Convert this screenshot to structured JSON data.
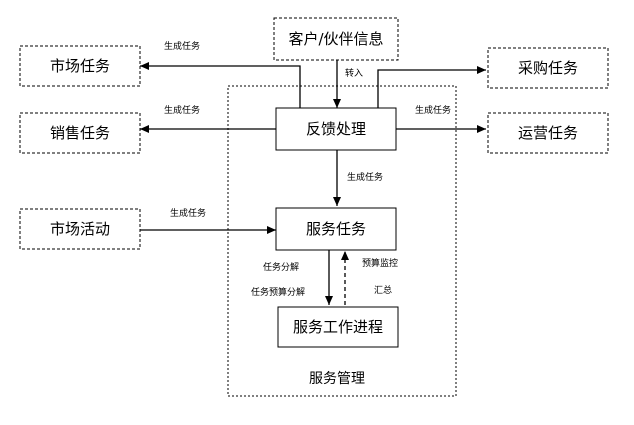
{
  "diagram": {
    "group_label": "服务管理",
    "nodes": {
      "customer_info": "客户/伙伴信息",
      "market_task": "市场任务",
      "sales_task": "销售任务",
      "market_activity": "市场活动",
      "procurement_task": "采购任务",
      "operations_task": "运营任务",
      "feedback_processing": "反馈处理",
      "service_task": "服务任务",
      "service_work_progress": "服务工作进程"
    },
    "edges": {
      "to_market_task": "生成任务",
      "to_sales_task": "生成任务",
      "from_market_activity": "生成任务",
      "to_operations_task": "生成任务",
      "transfer_in": "转入",
      "to_service_task": "生成任务",
      "task_breakdown": "任务分解",
      "budget_breakdown": "任务预算分解",
      "budget_monitoring": "预算监控",
      "summary": "汇总"
    }
  }
}
